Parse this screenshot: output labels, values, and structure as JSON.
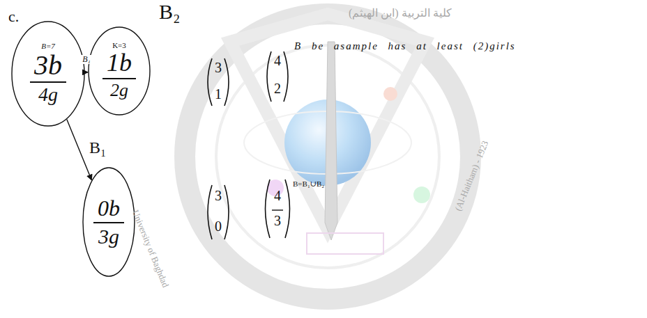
{
  "diagram": {
    "nodes": [
      {
        "text": [
          "B=7",
          "3b",
          "4g"
        ]
      },
      {
        "text": [
          "B₂",
          "K=3",
          "1b",
          "2g"
        ]
      },
      {
        "text": [
          "B₁",
          "0b",
          "3g"
        ]
      }
    ],
    "edges": [
      {
        "from": 0,
        "to": 1,
        "label": "B₁",
        "arrow": "to"
      },
      {
        "from": 0,
        "to": 2,
        "arrow": "to"
      }
    ],
    "labels": [
      "c.",
      "3",
      "1",
      "4",
      "2",
      "B be asample has at least (2)girls",
      "3",
      "0",
      "4",
      "3",
      "B=B₁∪B₂",
      "كلية التربية (ابن الهيثم)",
      "University of Baghdad",
      "(Al-Haitham) - 1923"
    ]
  }
}
